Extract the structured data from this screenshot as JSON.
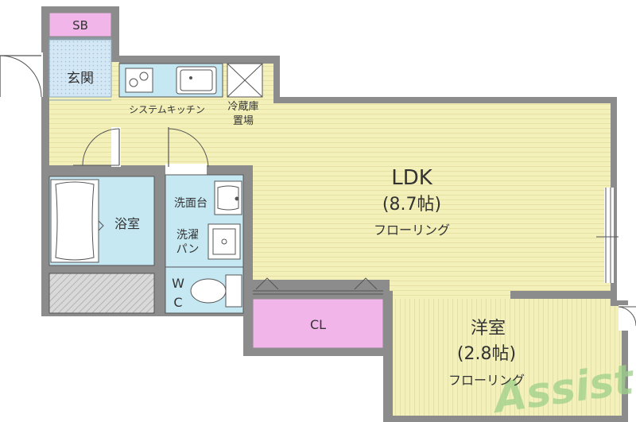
{
  "labels": {
    "sb": "SB",
    "entrance": "玄関",
    "kitchen": "システムキッチン",
    "fridge_line1": "冷蔵庫",
    "fridge_line2": "置場",
    "ldk_name": "LDK",
    "ldk_size": "(8.7帖)",
    "ldk_floor": "フローリング",
    "bath": "浴室",
    "washbasin": "洗面台",
    "laundry_line1": "洗濯",
    "laundry_line2": "パン",
    "wc_line1": "W",
    "wc_line2": "C",
    "closet": "CL",
    "western_name": "洋室",
    "western_size": "(2.8帖)",
    "western_floor": "フローリング"
  },
  "watermark": {
    "text": "Assist"
  },
  "colors": {
    "wall": "#8c8c8c",
    "floor_yellow": "#f3f1b9",
    "floor_line": "#e2dd97",
    "tile_blue": "#d5ecf6",
    "storage_pink": "#f2b5ea",
    "bath_blue": "#c5e8f3",
    "watermark_green": "#9ed08a"
  }
}
